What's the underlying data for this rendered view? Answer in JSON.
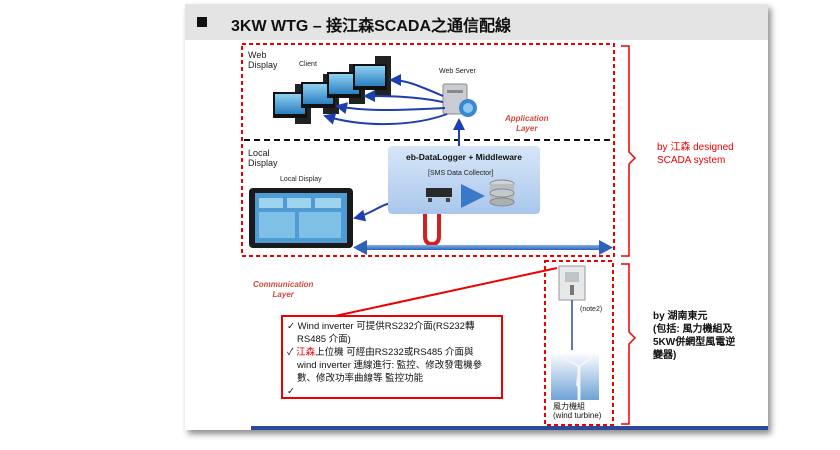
{
  "title": "3KW WTG – 接江森SCADA之通信配線",
  "labels": {
    "web_display": [
      "Web",
      "Display"
    ],
    "client": "Client",
    "web_server": "Web Server",
    "application_layer": [
      "Application",
      "Layer"
    ],
    "local_display_section": [
      "Local",
      "Display"
    ],
    "local_display_device": "Local Display",
    "datalogger_title": "eb-DataLogger + Middleware",
    "sms_collector": "[SMS Data Collector]",
    "communication_layer": [
      "Communication",
      "Layer"
    ],
    "note2": "(note2)",
    "wind_turbine": [
      "風力機組",
      "(wind turbine)"
    ]
  },
  "side_notes": {
    "jiangsen": [
      "by 江森 designed",
      "SCADA system"
    ],
    "hunan": [
      "by 湖南東元",
      "(包括: 風力機組及",
      "5KW併網型風電逆",
      "變器)"
    ]
  },
  "notes_box": {
    "line1": "Wind inverter 可提供RS232介面(RS232轉",
    "line2": "RS485 介面)",
    "line3_red": "江森",
    "line3_rest": "上位機 可經由RS232或RS485 介面與",
    "line4": "wind inverter 連線進行: 監控、修改發電機參",
    "line5": "數、修改功率曲線等 監控功能",
    "check": "✓"
  },
  "colors": {
    "red": "#e00000",
    "blue_arrow": "#1d3fb0",
    "application_text": "#d04a3a",
    "bottom_bar": "#2a4b9a"
  }
}
